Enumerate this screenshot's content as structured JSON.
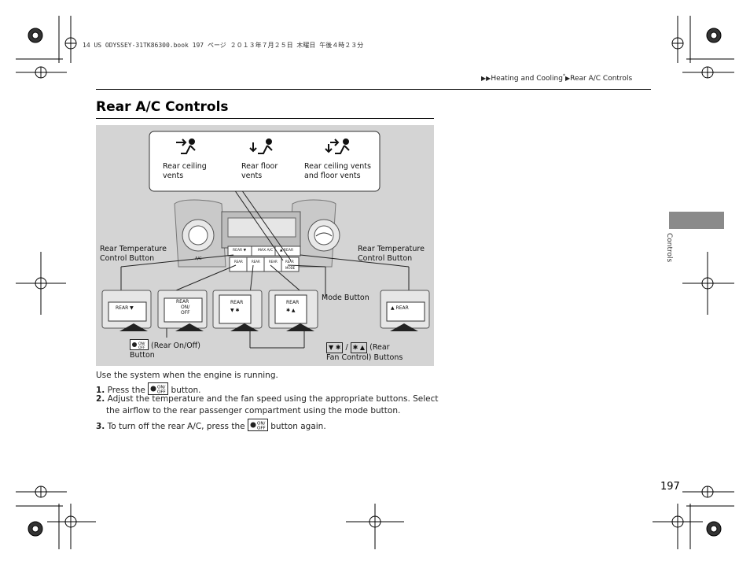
{
  "header": {
    "file_info": "14 US ODYSSEY-31TK86300.book  197 ページ  ２０１３年７月２５日  木曜日  午後４時２３分"
  },
  "breadcrumb": {
    "part1": "Heating and Cooling",
    "asterisk": "*",
    "part2": "Rear A/C Controls"
  },
  "page_title": "Rear A/C Controls",
  "side_tab": {
    "label": "Controls"
  },
  "figure": {
    "vent_labels": {
      "ceiling": [
        "Rear ceiling",
        "vents"
      ],
      "floor": [
        "Rear floor",
        "vents"
      ],
      "both": [
        "Rear ceiling vents",
        "and floor vents"
      ]
    },
    "left_temp_label": [
      "Rear Temperature",
      "Control Button"
    ],
    "right_temp_label": [
      "Rear Temperature",
      "Control Button"
    ],
    "mode_label": "Mode Button",
    "onoff_label": [
      "(Rear On/Off)",
      "Button"
    ],
    "fan_label": [
      "(Rear",
      "Fan Control) Buttons"
    ],
    "fan_slash": "/",
    "panel": {
      "rear_down": "REAR ▼",
      "max_ac": "MAX A/C",
      "rear_up": "▲ REAR",
      "rear": "REAR",
      "mode": "MODE",
      "ac": "A/C"
    },
    "cards": {
      "rear_down": "REAR",
      "rear_onoff": "REAR",
      "on": "ON/",
      "off": "OFF",
      "fan_down": "REAR",
      "fan_up": "REAR",
      "rear_up": "REAR"
    }
  },
  "body": {
    "intro": "Use the system when the engine is running.",
    "step1_num": "1.",
    "step1_pre": "Press the",
    "step1_post": "button.",
    "step2_num": "2.",
    "step2_line1": "Adjust the temperature and the fan speed using the appropriate buttons. Select",
    "step2_line2": "the airflow to the rear passenger compartment using the mode button.",
    "step3_num": "3.",
    "step3_pre": "To turn off the rear A/C, press the",
    "step3_post": "button again."
  },
  "page_number": "197",
  "icon_text": {
    "on": "ON/",
    "off": "OFF"
  }
}
